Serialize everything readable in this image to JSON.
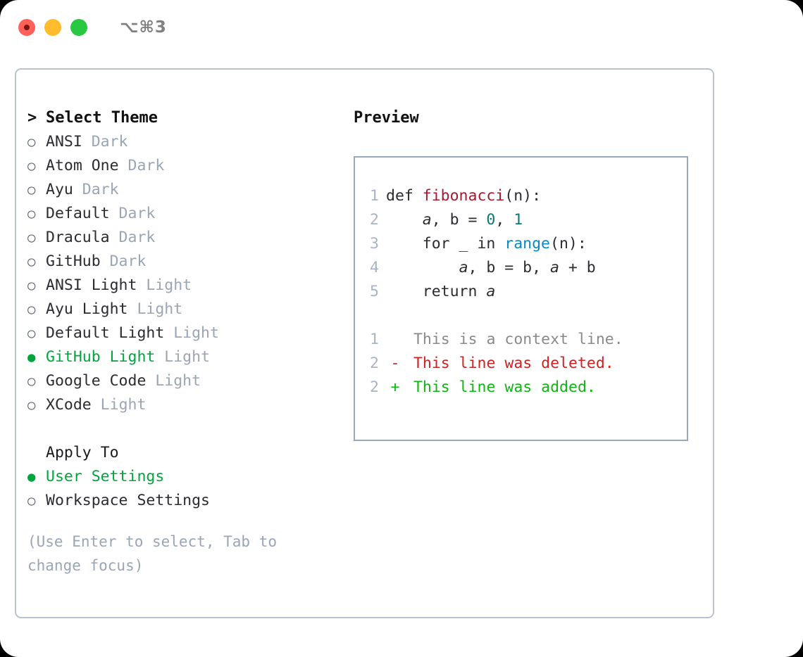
{
  "titlebar": {
    "shortcut": "⌥⌘3",
    "buttons": [
      "close",
      "minimize",
      "zoom"
    ]
  },
  "theme_picker": {
    "header_caret": ">",
    "header": "Select Theme",
    "bullet_unselected": "○",
    "bullet_selected": "●",
    "items": [
      {
        "label": "ANSI",
        "variant": "Dark",
        "selected": false
      },
      {
        "label": "Atom One",
        "variant": "Dark",
        "selected": false
      },
      {
        "label": "Ayu",
        "variant": "Dark",
        "selected": false
      },
      {
        "label": "Default",
        "variant": "Dark",
        "selected": false
      },
      {
        "label": "Dracula",
        "variant": "Dark",
        "selected": false
      },
      {
        "label": "GitHub",
        "variant": "Dark",
        "selected": false
      },
      {
        "label": "ANSI Light",
        "variant": "Light",
        "selected": false
      },
      {
        "label": "Ayu Light",
        "variant": "Light",
        "selected": false
      },
      {
        "label": "Default Light",
        "variant": "Light",
        "selected": false
      },
      {
        "label": "GitHub Light",
        "variant": "Light",
        "selected": true
      },
      {
        "label": "Google Code",
        "variant": "Light",
        "selected": false
      },
      {
        "label": "XCode",
        "variant": "Light",
        "selected": false
      }
    ]
  },
  "apply_to": {
    "header": "Apply To",
    "items": [
      {
        "label": "User Settings",
        "selected": true
      },
      {
        "label": "Workspace Settings",
        "selected": false
      }
    ]
  },
  "hint": "(Use Enter to select, Tab to change focus)",
  "preview": {
    "title": "Preview",
    "code_lines": [
      {
        "number": "1",
        "tokens": [
          {
            "text": "def ",
            "type": "plain"
          },
          {
            "text": "fibonacci",
            "type": "func"
          },
          {
            "text": "(n):",
            "type": "plain"
          }
        ]
      },
      {
        "number": "2",
        "tokens": [
          {
            "text": "    ",
            "type": "plain"
          },
          {
            "text": "a",
            "type": "var"
          },
          {
            "text": ", ",
            "type": "plain"
          },
          {
            "text": "b",
            "type": "plain"
          },
          {
            "text": " = ",
            "type": "plain"
          },
          {
            "text": "0",
            "type": "num"
          },
          {
            "text": ", ",
            "type": "plain"
          },
          {
            "text": "1",
            "type": "num"
          }
        ]
      },
      {
        "number": "3",
        "tokens": [
          {
            "text": "    for _ in ",
            "type": "plain"
          },
          {
            "text": "range",
            "type": "builtin"
          },
          {
            "text": "(n):",
            "type": "plain"
          }
        ]
      },
      {
        "number": "4",
        "tokens": [
          {
            "text": "        ",
            "type": "plain"
          },
          {
            "text": "a",
            "type": "var"
          },
          {
            "text": ", b = b, ",
            "type": "plain"
          },
          {
            "text": "a",
            "type": "var"
          },
          {
            "text": " + b",
            "type": "plain"
          }
        ]
      },
      {
        "number": "5",
        "tokens": [
          {
            "text": "    return ",
            "type": "plain"
          },
          {
            "text": "a",
            "type": "var"
          }
        ]
      }
    ],
    "diff_lines": [
      {
        "number": "1",
        "mark": " ",
        "text": "This is a context line.",
        "kind": "context"
      },
      {
        "number": "2",
        "mark": "-",
        "text": "This line was deleted.",
        "kind": "del"
      },
      {
        "number": "2",
        "mark": "+",
        "text": "This line was added.",
        "kind": "add"
      }
    ]
  },
  "colors": {
    "accent_green": "#00a63c",
    "diff_added": "#10b514",
    "diff_deleted": "#cc2222",
    "function_red": "#a6192e",
    "number_teal": "#0d7a6e",
    "builtin_blue": "#0b87c4",
    "muted": "#9aa5b5",
    "border": "#b9c2cf"
  }
}
